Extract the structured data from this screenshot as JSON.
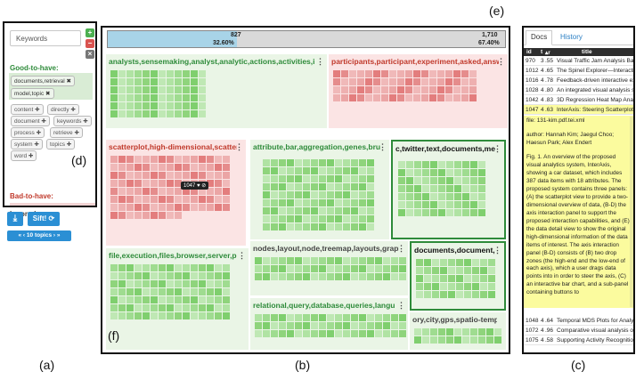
{
  "letters": {
    "a": "(a)",
    "b": "(b)",
    "c": "(c)",
    "d": "(d)",
    "e": "(e)",
    "f": "(f)"
  },
  "keywords": {
    "placeholder": "Keywords",
    "add": "+",
    "remove": "−",
    "clear": "×",
    "good_title": "Good-to-have:",
    "good_tags": [
      "documents,retrieval ✖",
      "model,topic ✖"
    ],
    "suggested": [
      "content ✚",
      "directly ✚",
      "document ✚",
      "keywords ✚",
      "process ✚",
      "retrieve ✚",
      "system ✚",
      "topics ✚",
      "word ✚"
    ],
    "bad_title": "Bad-to-have:",
    "ignored_title": "Ignored:"
  },
  "controls": {
    "download": "⤓",
    "sift": "Sift! ⟳",
    "pager": "«  ‹  10 topics  ›  »"
  },
  "split": {
    "left_count": "827",
    "left_pct": "32.60%",
    "right_count": "1,710",
    "right_pct": "67.40%",
    "left_fraction": 0.326
  },
  "clusters": [
    "analysts,sensemaking,analyst,analytic,actions,activities,i",
    "participants,participant,experiment,asked,answe",
    "scatterplot,high-dimensional,scatterp",
    "attribute,bar,aggregation,genes,bru",
    "c,twitter,text,documents,med",
    "nodes,layout,node,treemap,layouts,grapl",
    "documents,document,coi",
    "file,execution,files,browser,server,p",
    "relational,query,database,queries,langu",
    "ory,city,gps,spatio-tempor"
  ],
  "tooltip": "1047 ♥ ⊘",
  "doc_panel": {
    "tab_docs": "Docs",
    "tab_history": "History",
    "headers": {
      "id": "id",
      "t": "t",
      "r": "▴r",
      "title": "title"
    },
    "rows_top": [
      [
        "970",
        "3",
        ".55",
        "Visual Traffic Jam Analysis Base"
      ],
      [
        "1012",
        "4",
        ".65",
        "The Spinel Explorer—Interactive"
      ],
      [
        "1016",
        "4",
        ".78",
        "Feedback-driven interactive exp"
      ],
      [
        "1028",
        "4",
        ".80",
        "An integrated visual analysis sy"
      ],
      [
        "1042",
        "4",
        ".83",
        "3D Regression Heat Map Analys"
      ],
      [
        "1047",
        "4",
        ".63",
        "InterAxis: Steering Scatterplot A"
      ]
    ],
    "doc_text": [
      "file: 131-kim.pdf.tei.xml",
      "author: Hannah Kim; Jaegul Choo; Haesun Park; Alex Endert",
      "Fig. 1. An overview of the proposed visual analytics system, InterAxis, showing a car dataset, which includes 387 data items with 18 attributes. The proposed system contains three panels: (A) the scatterplot view to provide a two-dimensional overview of data, (B-D) the axis interaction panel to support the proposed interaction capabilities, and (E) the data detail view to show the original high-dimensional information of the data items of interest. The axis interaction panel (B-D) consists of (B) two drop zones (the high-end and the low-end of each axis), which a user drags data points into in order to steer the axis, (C) an interactive bar chart, and a sub-panel containing buttons to"
    ],
    "rows_bottom": [
      [
        "1048",
        "4",
        ".64",
        "Temporal MDS Plots for Analysi"
      ],
      [
        "1072",
        "4",
        ".96",
        "Comparative visual analysis of t"
      ],
      [
        "1075",
        "4",
        ".58",
        "Supporting Activity Recognition"
      ]
    ]
  },
  "colors": {
    "green_dark": "#2e8b3a",
    "red_dark": "#c0392b",
    "accent_blue": "#2b8fd4",
    "highlight_yellow": "#fbfb9e"
  }
}
